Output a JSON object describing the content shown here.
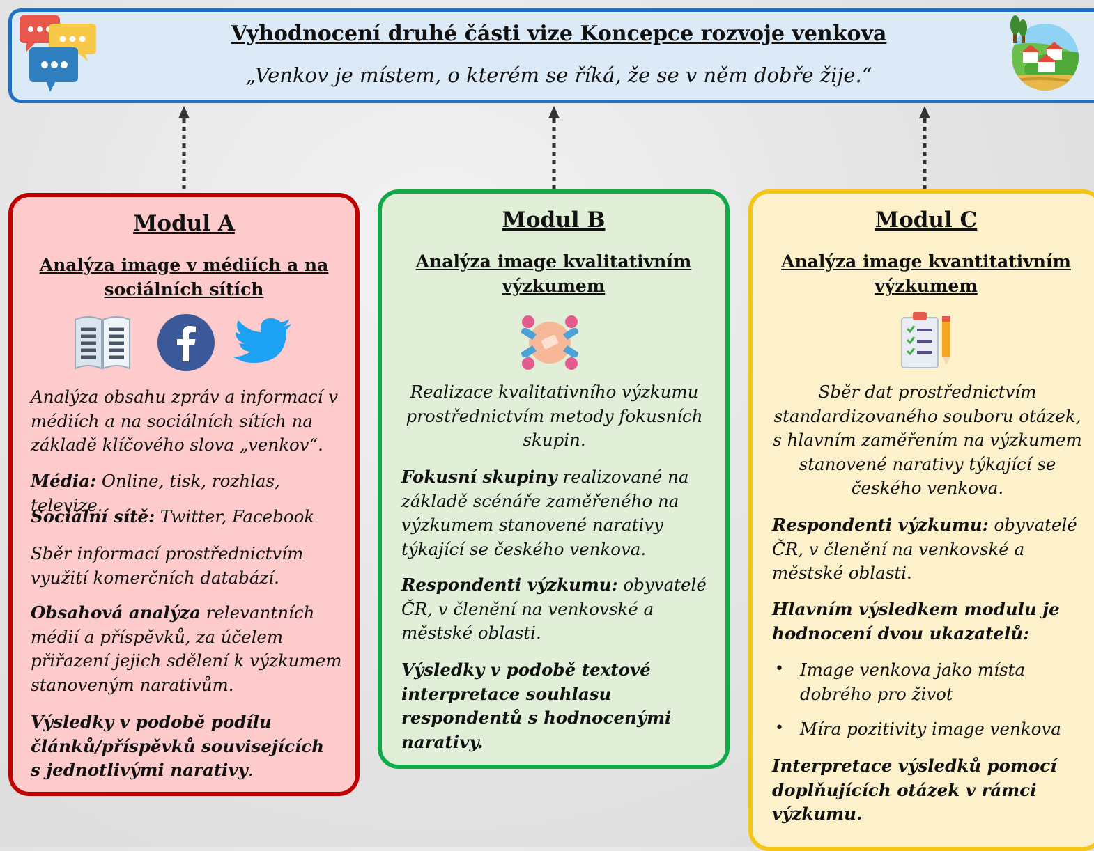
{
  "header": {
    "title": "Vyhodnocení druhé části vize Koncepce rozvoje venkova",
    "quote": "„Venkov je místem, o kterém se říká, že se v něm dobře žije.“",
    "left_icon": "chat-bubbles-icon",
    "right_icon": "village-icon"
  },
  "colors": {
    "header_border": "#1f6fc5",
    "module_a_border": "#c00000",
    "module_b_border": "#12a94a",
    "module_c_border": "#f5c518"
  },
  "module_a": {
    "title": "Modul A",
    "subtitle": "Analýza image v médiích a na sociálních sítích",
    "icons": [
      "newspaper-icon",
      "facebook-icon",
      "twitter-icon"
    ],
    "p1": "Analýza obsahu zpráv a informací v médiích a na sociálních sítích na základě klíčového slova „venkov“.",
    "media_label": "Média:",
    "media_text": " Online, tisk, rozhlas, televize.",
    "social_label": "Sociální sítě:",
    "social_text": " Twitter, Facebook",
    "p4": "Sběr informací prostřednictvím využití komerčních databází.",
    "content_label": "Obsahová analýza",
    "content_text": " relevantních médií a příspěvků, za účelem přiřazení jejich sdělení k výzkumem stanoveným narativům.",
    "results_bold": "Výsledky v podobě podílu článků/příspěvků souvisejících s jednotlivými narativy",
    "results_end": "."
  },
  "module_b": {
    "title": "Modul B",
    "subtitle": "Analýza image kvalitativním výzkumem",
    "icon": "focus-group-icon",
    "p1": "Realizace kvalitativního výzkumu prostřednictvím metody fokusních skupin.",
    "focus_label": "Fokusní skupiny",
    "focus_text": " realizované na základě scénáře zaměřeného na výzkumem stanovené narativy týkající se českého venkova.",
    "resp_label": "Respondenti výzkumu:",
    "resp_text": " obyvatelé ČR, v členění na venkovské a městské oblasti.",
    "results": "Výsledky v podobě textové interpretace souhlasu respondentů s hodnocenými narativy."
  },
  "module_c": {
    "title": "Modul C",
    "subtitle": "Analýza image kvantitativním výzkumem",
    "icon": "survey-checklist-icon",
    "p1": "Sběr dat prostřednictvím standardizovaného souboru otázek, s hlavním zaměřením na výzkumem stanovené narativy týkající se českého venkova.",
    "resp_label": "Respondenti výzkumu:",
    "resp_text": " obyvatelé ČR, v členění na venkovské a městské oblasti.",
    "main_result": "Hlavním výsledkem modulu je hodnocení dvou ukazatelů:",
    "bullets": [
      "Image venkova jako místa dobrého pro život",
      "Míra pozitivity image venkova"
    ],
    "interpretation": "Interpretace výsledků pomocí doplňujících otázek v rámci výzkumu."
  }
}
